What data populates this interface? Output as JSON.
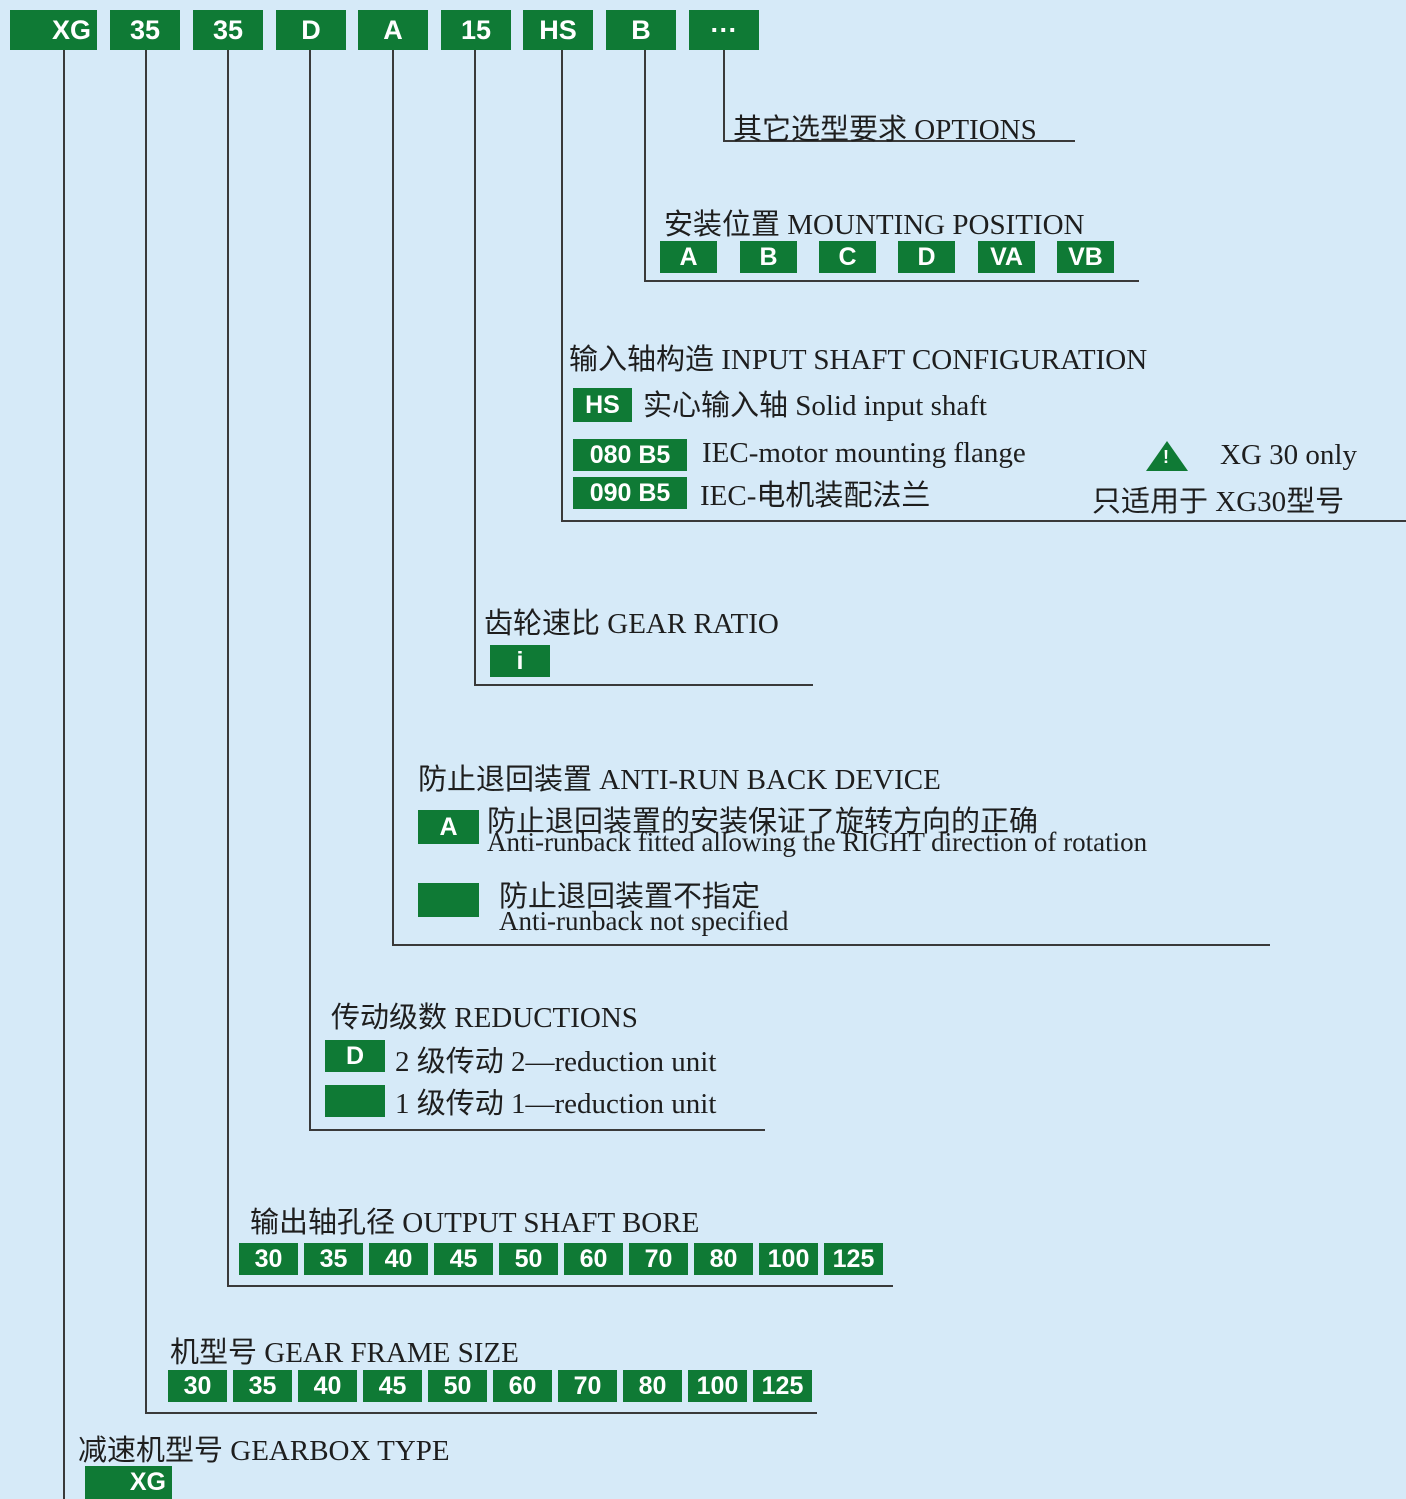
{
  "code": [
    "XG",
    "35",
    "35",
    "D",
    "A",
    "15",
    "HS",
    "B",
    "···"
  ],
  "options": {
    "title": "其它选型要求  OPTIONS"
  },
  "mounting": {
    "title": "安装位置  MOUNTING POSITION",
    "items": [
      "A",
      "B",
      "C",
      "D",
      "VA",
      "VB"
    ]
  },
  "input": {
    "title": "输入轴构造  INPUT SHAFT CONFIGURATION",
    "hs_code": "HS",
    "hs_text": "实心输入轴  Solid input shaft",
    "b5_080": "080 B5",
    "b5_090": "090 B5",
    "flange_en": "IEC-motor mounting flange",
    "flange_cn": "IEC-电机装配法兰",
    "warn_symbol": "!",
    "note_en": "XG 30 only",
    "note_cn": "只适用于    XG30型号"
  },
  "ratio": {
    "title": "齿轮速比  GEAR RATIO",
    "code": "i"
  },
  "antirun": {
    "title": "防止退回装置  ANTI-RUN BACK DEVICE",
    "code": "A",
    "a_cn": "防止退回装置的安装保证了旋转方向的正确",
    "a_en": "Anti-runback fitted allowing the RIGHT direction of rotation",
    "none_cn": "防止退回装置不指定",
    "none_en": "Anti-runback not specified"
  },
  "reductions": {
    "title": "传动级数  REDUCTIONS",
    "code": "D",
    "d_text": "2 级传动   2—reduction unit",
    "one_text": "1 级传动    1—reduction unit"
  },
  "bore": {
    "title": "输出轴孔径  OUTPUT SHAFT BORE",
    "items": [
      "30",
      "35",
      "40",
      "45",
      "50",
      "60",
      "70",
      "80",
      "100",
      "125"
    ]
  },
  "frame": {
    "title": "机型号  GEAR FRAME SIZE",
    "items": [
      "30",
      "35",
      "40",
      "45",
      "50",
      "60",
      "70",
      "80",
      "100",
      "125"
    ]
  },
  "gearbox": {
    "title": "减速机型号  GEARBOX TYPE",
    "code": "XG"
  },
  "colors": {
    "box": "#0f7a35",
    "background": "#d6eaf8",
    "line": "#3a3a3a"
  }
}
